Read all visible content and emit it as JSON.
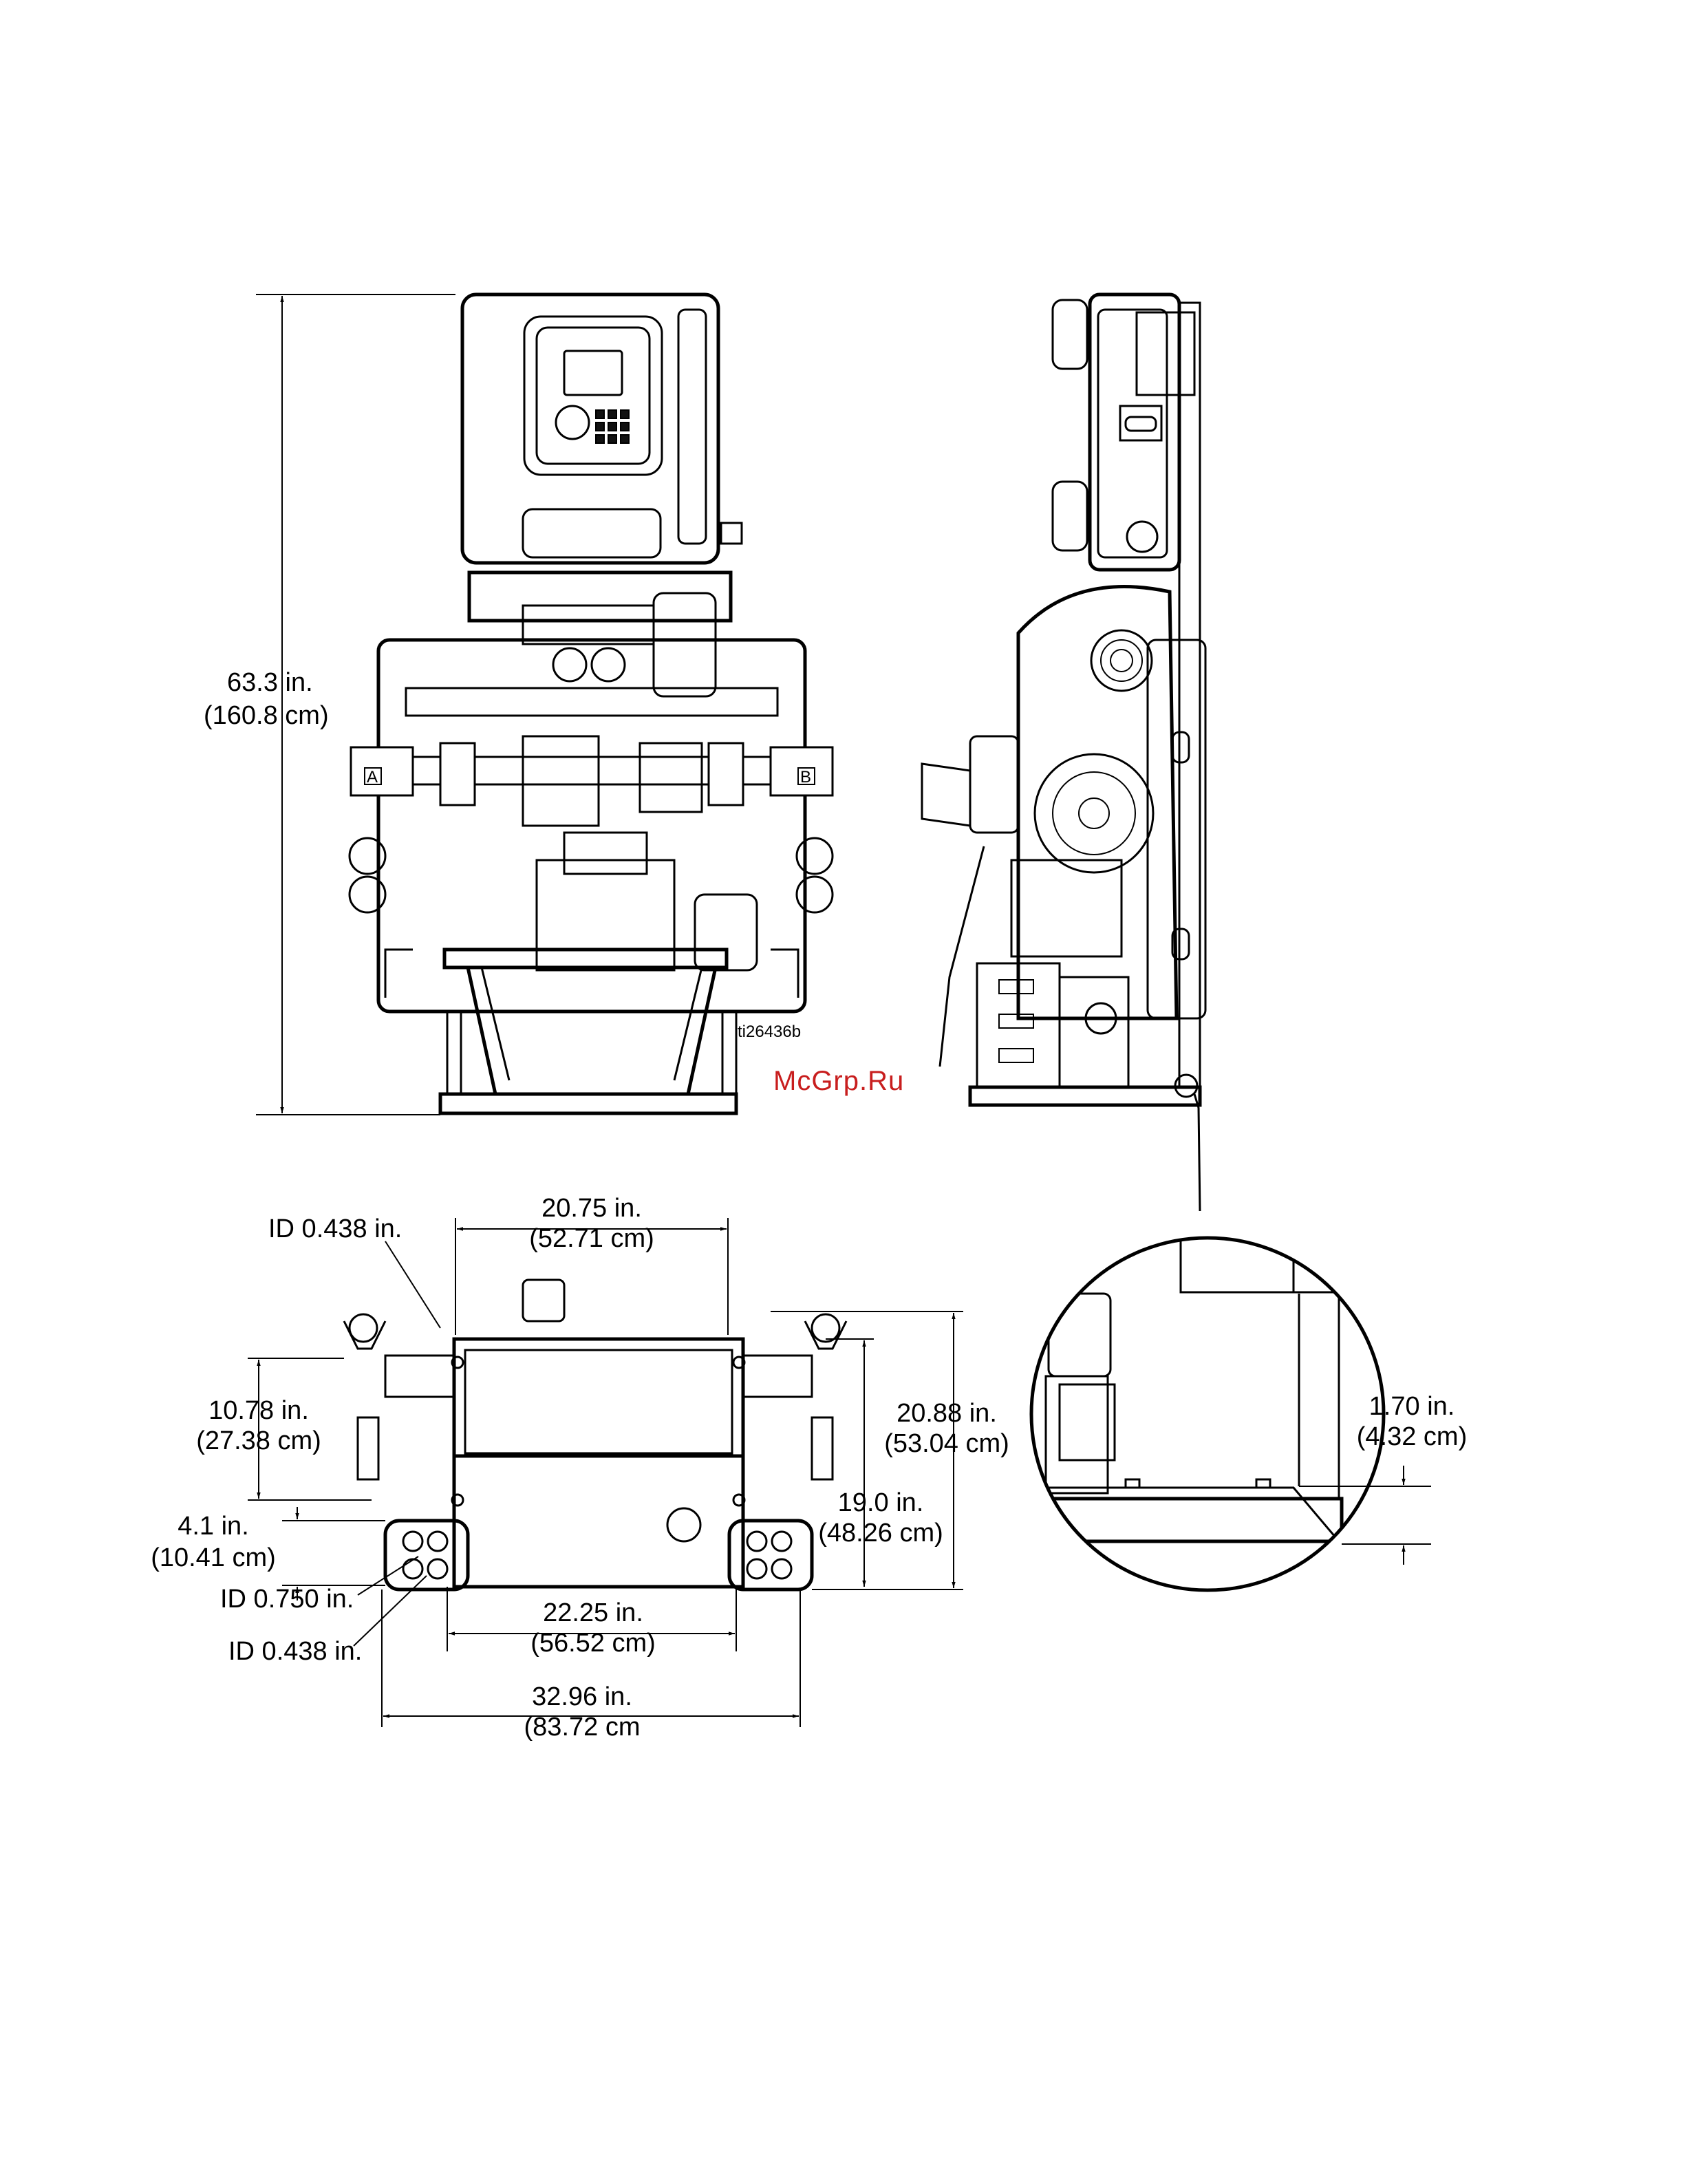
{
  "document_id": "ti26436b",
  "watermark": "McGrp.Ru",
  "dimensions": {
    "overall_height": {
      "imperial": "63.3 in.",
      "metric": "(160.8 cm)"
    },
    "frame_width": {
      "imperial": "20.75 in.",
      "metric": "(52.71 cm)"
    },
    "base_width": {
      "imperial": "22.25 in.",
      "metric": "(56.52 cm)"
    },
    "overall_width": {
      "imperial": "32.96 in.",
      "metric": "(83.72 cm"
    },
    "left_upper": {
      "imperial": "10.78 in.",
      "metric": "(27.38 cm)"
    },
    "left_lower": {
      "imperial": "4.1 in.",
      "metric": "(10.41 cm)"
    },
    "right_outer": {
      "imperial": "20.88 in.",
      "metric": "(53.04 cm)"
    },
    "right_inner": {
      "imperial": "19.0 in.",
      "metric": "(48.26 cm)"
    },
    "detail_clearance": {
      "imperial": "1.70 in.",
      "metric": "(4.32 cm)"
    }
  },
  "fittings": {
    "top_id": "ID 0.438 in.",
    "mid_id": "ID 0.750 in.",
    "bottom_id": "ID 0.438 in."
  },
  "side_labels": {
    "left": "A",
    "right": "B"
  }
}
